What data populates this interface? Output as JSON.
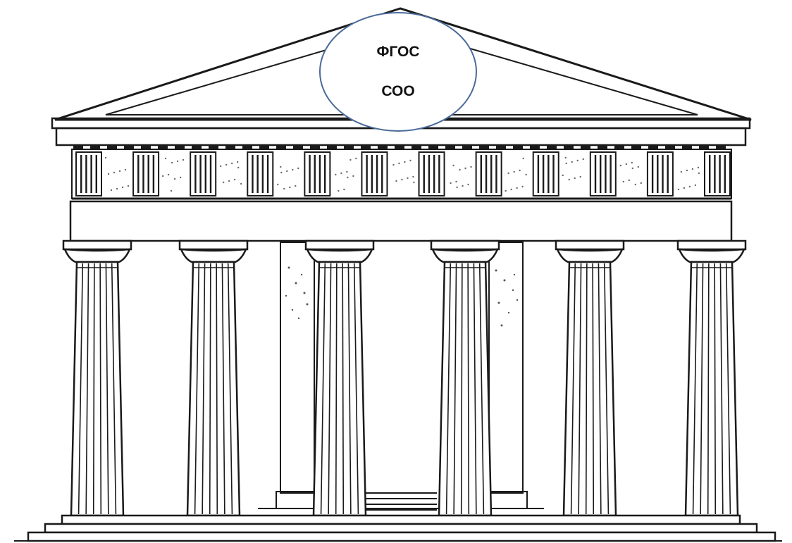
{
  "oval": {
    "line1": "ФГОС",
    "line2": "СОО"
  },
  "temple": {
    "column_count": 6,
    "triglyph_count": 12,
    "step_count": 3
  },
  "colors": {
    "ink": "#1a1a1a",
    "oval_border": "#4a6a9a",
    "paper": "#ffffff"
  }
}
